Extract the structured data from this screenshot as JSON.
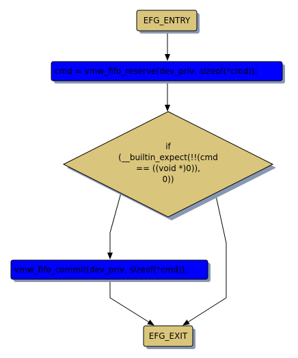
{
  "colors": {
    "background": "#ffffff",
    "terminal_fill": "#d9c67c",
    "decision_fill": "#d9c67c",
    "process_fill": "#0000ff",
    "border": "#000000",
    "shadow": "#8898b4",
    "edge": "#000000"
  },
  "nodes": {
    "entry": {
      "label": "EFG_ENTRY"
    },
    "process_reserve": {
      "label": "cmd = vmw_fifo_reserve(dev_priv, sizeof(*cmd));"
    },
    "decision": {
      "lines": [
        "if",
        "(__builtin_expect(!!(cmd",
        "== ((void *)0)),",
        "0))"
      ]
    },
    "process_commit": {
      "label": "vmw_fifo_commit(dev_priv, sizeof(*cmd));"
    },
    "exit": {
      "label": "EFG_EXIT"
    }
  },
  "edges": [
    {
      "from": "entry",
      "to": "process_reserve"
    },
    {
      "from": "process_reserve",
      "to": "decision"
    },
    {
      "from": "decision",
      "to": "process_commit"
    },
    {
      "from": "decision",
      "to": "exit"
    },
    {
      "from": "process_commit",
      "to": "exit"
    }
  ]
}
